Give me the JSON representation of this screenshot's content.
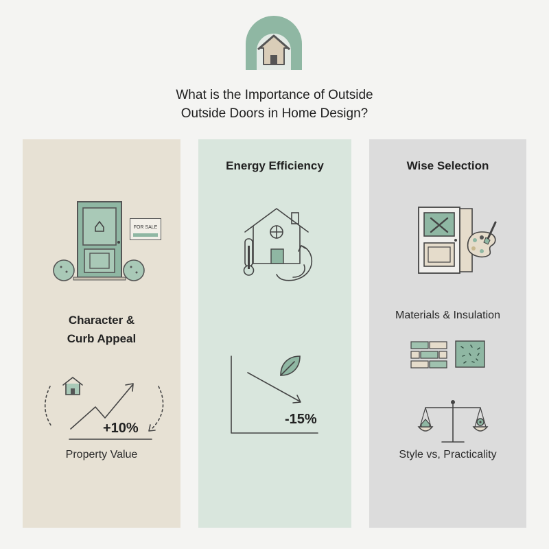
{
  "title": {
    "line1": "What is the Importance of Outside",
    "line2": "Outside Doors in Home Design?"
  },
  "icons": {
    "logo": "house-arch-icon",
    "door": "front-door-icon",
    "sign": "for-sale-sign-icon",
    "house_small": "house-icon",
    "growth": "trend-up-arrow-icon",
    "energy_house": "house-thermometer-icon",
    "leaf": "leaf-icon",
    "decline": "trend-down-arrow-icon",
    "door_tools": "door-tools-icon",
    "palette": "paint-palette-icon",
    "bricks": "brick-icon",
    "insulation": "insulation-icon",
    "scale": "balance-scale-icon"
  },
  "colors": {
    "accent_green": "#8fb7a3",
    "col1_bg": "#e7e1d4",
    "col2_bg": "#d9e6dd",
    "col3_bg": "#dcdcdc"
  },
  "columns": {
    "col1": {
      "heading_line1": "Character &",
      "heading_line2": "Curb Appeal",
      "sign_text": "FOR SALE",
      "stat": "+10%",
      "stat_label": "Property Value"
    },
    "col2": {
      "heading": "Energy Efficiency",
      "stat": "-15%"
    },
    "col3": {
      "heading": "Wise Selection",
      "label_materials": "Materials & Insulation",
      "label_style": "Style vs, Practicality"
    }
  }
}
